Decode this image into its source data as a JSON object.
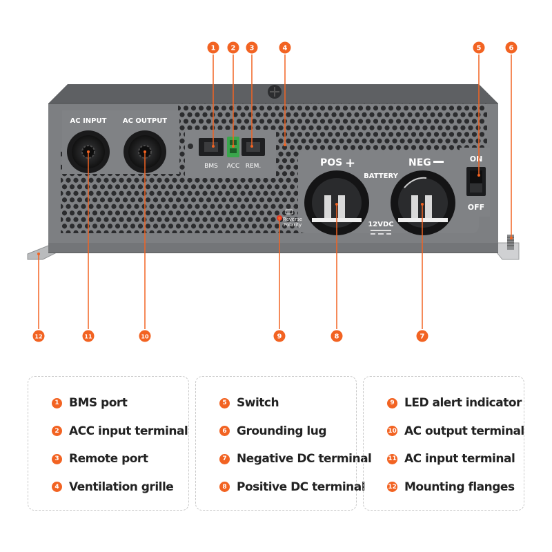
{
  "colors": {
    "accent": "#f26322",
    "body_gray": "#7d7f82",
    "top_gray": "#5c5e61",
    "hole_dark": "#2a2b2d",
    "connector_green": "#3aa64c",
    "led_red": "#e23a2a"
  },
  "device": {
    "ac_input_label": "AC INPUT",
    "ac_output_label": "AC OUTPUT",
    "bms_label": "BMS",
    "acc_label": "ACC",
    "rem_label": "REM.",
    "pos_label": "POS",
    "neg_label": "NEG",
    "battery_label": "BATTERY",
    "voltage_label": "12VDC",
    "on_label": "ON",
    "off_label": "OFF",
    "reverse_label": "Reverse",
    "polarity_label": "Polarity"
  },
  "callouts": [
    {
      "id": "1",
      "label": "BMS port"
    },
    {
      "id": "2",
      "label": "ACC input terminal"
    },
    {
      "id": "3",
      "label": "Remote port"
    },
    {
      "id": "4",
      "label": "Ventilation grille"
    },
    {
      "id": "5",
      "label": "Switch"
    },
    {
      "id": "6",
      "label": "Grounding lug"
    },
    {
      "id": "7",
      "label": "Negative DC terminal"
    },
    {
      "id": "8",
      "label": "Positive DC terminal"
    },
    {
      "id": "9",
      "label": "LED alert indicator"
    },
    {
      "id": "10",
      "label": "AC output terminal"
    },
    {
      "id": "11",
      "label": "AC input terminal"
    },
    {
      "id": "12",
      "label": "Mounting flanges"
    }
  ],
  "legend_columns": [
    [
      "1",
      "2",
      "3",
      "4"
    ],
    [
      "5",
      "6",
      "7",
      "8"
    ],
    [
      "9",
      "10",
      "11",
      "12"
    ]
  ]
}
